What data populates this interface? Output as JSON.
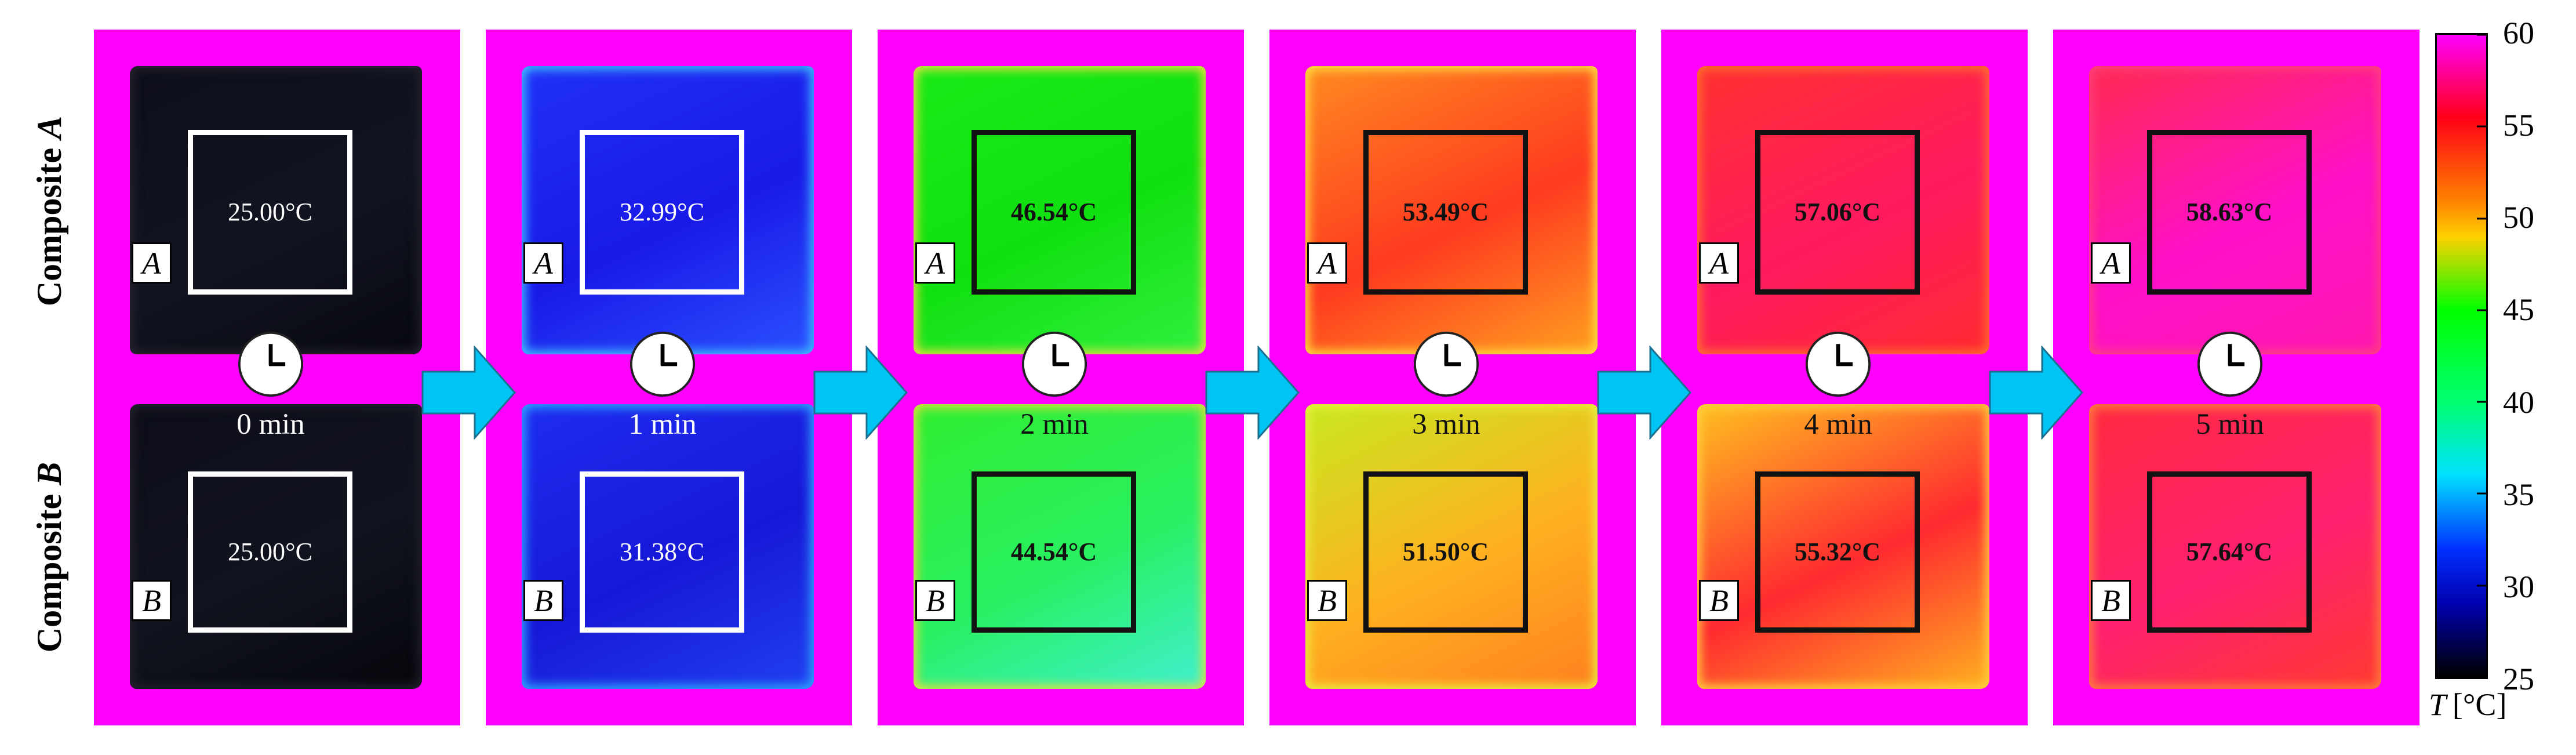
{
  "row_labels": [
    {
      "text": "Composite",
      "letter": "A"
    },
    {
      "text": "Composite",
      "letter": "B"
    }
  ],
  "panel_background": "#ff00ff",
  "arrow_color": "#00c4f4",
  "arrow_outline": "#1b6f8f",
  "panels": [
    {
      "time": "0 min",
      "time_color": "#ffffff",
      "box_color": "#ffffff",
      "text_color": "#ffffff",
      "bold": false,
      "top": {
        "tag": "A",
        "temp": "25.00°C",
        "colors": [
          "#0d0e1a",
          "#121422",
          "#07080f"
        ],
        "rim": "#24242e"
      },
      "bottom": {
        "tag": "B",
        "temp": "25.00°C",
        "colors": [
          "#0c0d18",
          "#11131f",
          "#06070c"
        ],
        "rim": "#22222c"
      }
    },
    {
      "time": "1 min",
      "time_color": "#ffffff",
      "box_color": "#ffffff",
      "text_color": "#ffffff",
      "bold": false,
      "top": {
        "tag": "A",
        "temp": "32.99°C",
        "colors": [
          "#2030f8",
          "#1a1ae8",
          "#2a50ff"
        ],
        "rim": "#40c0ff"
      },
      "bottom": {
        "tag": "B",
        "temp": "31.38°C",
        "colors": [
          "#1e2cf0",
          "#1818d8",
          "#2040f0"
        ],
        "rim": "#30a8ff"
      }
    },
    {
      "time": "2 min",
      "time_color": "#111111",
      "box_color": "#111111",
      "text_color": "#111111",
      "bold": true,
      "top": {
        "tag": "A",
        "temp": "46.54°C",
        "colors": [
          "#18ea18",
          "#10e010",
          "#30f040"
        ],
        "rim": "#e8e040"
      },
      "bottom": {
        "tag": "B",
        "temp": "44.54°C",
        "colors": [
          "#30ee30",
          "#28f060",
          "#40f0d0"
        ],
        "rim": "#e0e040"
      }
    },
    {
      "time": "3 min",
      "time_color": "#111111",
      "box_color": "#111111",
      "text_color": "#111111",
      "bold": true,
      "top": {
        "tag": "A",
        "temp": "53.49°C",
        "colors": [
          "#ff8a20",
          "#ff3a20",
          "#ffa020"
        ],
        "rim": "#ffe040"
      },
      "bottom": {
        "tag": "B",
        "temp": "51.50°C",
        "colors": [
          "#c8e820",
          "#ffb020",
          "#ff8020"
        ],
        "rim": "#e8f040"
      }
    },
    {
      "time": "4 min",
      "time_color": "#111111",
      "box_color": "#111111",
      "text_color": "#111111",
      "bold": true,
      "top": {
        "tag": "A",
        "temp": "57.06°C",
        "colors": [
          "#ff3030",
          "#ff1a60",
          "#ff2a30"
        ],
        "rim": "#ff7030"
      },
      "bottom": {
        "tag": "B",
        "temp": "55.32°C",
        "colors": [
          "#ffc020",
          "#ff2a30",
          "#ffb020"
        ],
        "rim": "#ffd040"
      }
    },
    {
      "time": "5 min",
      "time_color": "#111111",
      "box_color": "#111111",
      "text_color": "#111111",
      "bold": true,
      "top": {
        "tag": "A",
        "temp": "58.63°C",
        "colors": [
          "#ff2a50",
          "#ff10c8",
          "#ff18b0"
        ],
        "rim": "#ff4080"
      },
      "bottom": {
        "tag": "B",
        "temp": "57.64°C",
        "colors": [
          "#ff2a40",
          "#ff2070",
          "#ff3a30"
        ],
        "rim": "#ff8040"
      }
    }
  ],
  "colorbar": {
    "min": 25,
    "max": 60,
    "ticks": [
      60,
      55,
      50,
      45,
      40,
      35,
      30,
      25
    ],
    "caption_symbol": "T",
    "caption_unit": "[°C]",
    "stops": [
      {
        "t": 60,
        "color": "#ff00ff"
      },
      {
        "t": 55.5,
        "color": "#ff0018"
      },
      {
        "t": 51,
        "color": "#ff8000"
      },
      {
        "t": 49,
        "color": "#ffd000"
      },
      {
        "t": 45,
        "color": "#00ff00"
      },
      {
        "t": 40,
        "color": "#00ff70"
      },
      {
        "t": 36,
        "color": "#00e0ff"
      },
      {
        "t": 32,
        "color": "#0030ff"
      },
      {
        "t": 29,
        "color": "#0000b0"
      },
      {
        "t": 25,
        "color": "#000000"
      }
    ]
  }
}
